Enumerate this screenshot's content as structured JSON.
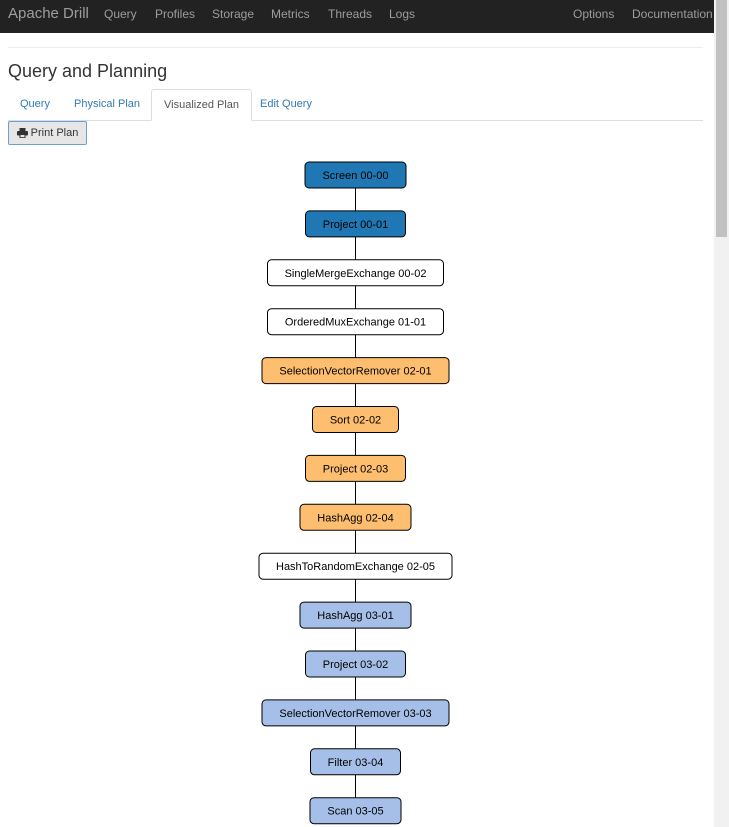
{
  "navbar": {
    "brand": "Apache Drill",
    "items": [
      "Query",
      "Profiles",
      "Storage",
      "Metrics",
      "Threads",
      "Logs"
    ],
    "right_items": [
      "Options",
      "Documentation"
    ],
    "background": "#222222",
    "text_color": "#9d9d9d"
  },
  "page": {
    "title": "Query and Planning"
  },
  "tabs": [
    {
      "label": "Query",
      "active": false
    },
    {
      "label": "Physical Plan",
      "active": false
    },
    {
      "label": "Visualized Plan",
      "active": true
    },
    {
      "label": "Edit Query",
      "active": false
    }
  ],
  "toolbar": {
    "print_label": "Print Plan",
    "print_icon": "print-icon"
  },
  "fragment_colors": {
    "major_00": "#1f78b4",
    "major_01": "#ffffff",
    "major_02": "#fdbf6f",
    "major_03": "#a6bfe8"
  },
  "plan": {
    "nodes": [
      {
        "label": "Screen 00-00",
        "fragment": "major_00"
      },
      {
        "label": "Project 00-01",
        "fragment": "major_00"
      },
      {
        "label": "SingleMergeExchange 00-02",
        "fragment": "major_01"
      },
      {
        "label": "OrderedMuxExchange 01-01",
        "fragment": "major_01"
      },
      {
        "label": "SelectionVectorRemover 02-01",
        "fragment": "major_02"
      },
      {
        "label": "Sort 02-02",
        "fragment": "major_02"
      },
      {
        "label": "Project 02-03",
        "fragment": "major_02"
      },
      {
        "label": "HashAgg 02-04",
        "fragment": "major_02"
      },
      {
        "label": "HashToRandomExchange 02-05",
        "fragment": "major_01"
      },
      {
        "label": "HashAgg 03-01",
        "fragment": "major_03"
      },
      {
        "label": "Project 03-02",
        "fragment": "major_03"
      },
      {
        "label": "SelectionVectorRemover 03-03",
        "fragment": "major_03"
      },
      {
        "label": "Filter 03-04",
        "fragment": "major_03"
      },
      {
        "label": "Scan 03-05",
        "fragment": "major_03"
      }
    ]
  }
}
